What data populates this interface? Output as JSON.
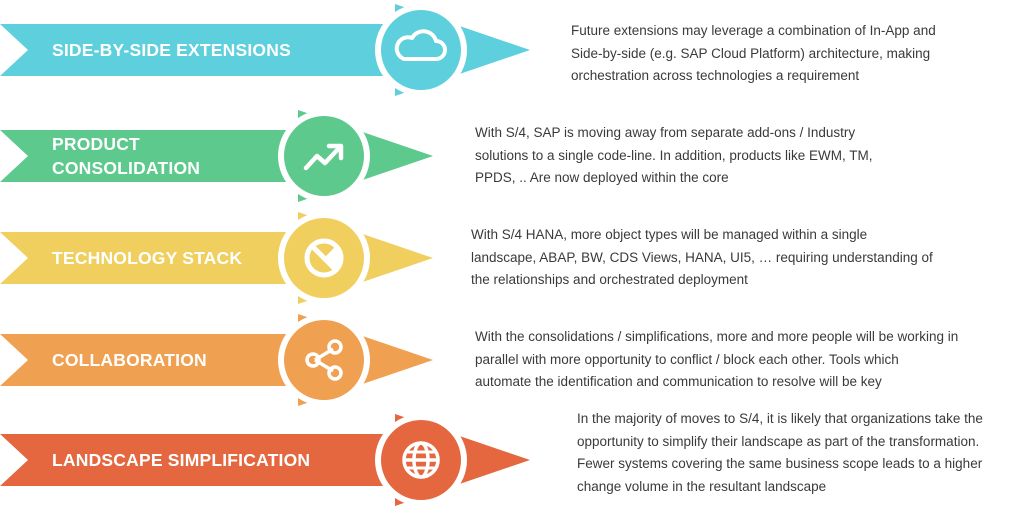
{
  "rows": [
    {
      "label": [
        "SIDE-BY-SIDE EXTENSIONS"
      ],
      "icon": "cloud-icon",
      "color": "#5ECFDC",
      "description": [
        "Future extensions may leverage a combination of In-App and",
        "Side-by-side (e.g. SAP Cloud Platform) architecture, making",
        "orchestration across technologies a requirement"
      ]
    },
    {
      "label": [
        "PRODUCT",
        "CONSOLIDATION"
      ],
      "icon": "trend-up-icon",
      "color": "#5DC98C",
      "description": [
        "With S/4, SAP is moving away from separate add-ons / Industry",
        "solutions to a single code-line. In addition, products like EWM, TM,",
        "PPDS, .. Are now deployed within the core"
      ]
    },
    {
      "label": [
        "TECHNOLOGY STACK"
      ],
      "icon": "pie-chart-icon",
      "color": "#F0CF5F",
      "description": [
        "With S/4 HANA, more object types will be managed within a single",
        "landscape, ABAP, BW, CDS Views, HANA, UI5, … requiring understanding of",
        "the relationships and orchestrated deployment"
      ]
    },
    {
      "label": [
        "COLLABORATION"
      ],
      "icon": "share-icon",
      "color": "#EFA051",
      "description": [
        "With the consolidations / simplifications, more and more people will be working in",
        "parallel with more opportunity to conflict / block each other. Tools which",
        "automate the identification and communication to resolve will be key"
      ]
    },
    {
      "label": [
        "LANDSCAPE SIMPLIFICATION"
      ],
      "icon": "globe-icon",
      "color": "#E5673F",
      "description": [
        "In the majority of moves to S/4, it is likely that organizations take the",
        "opportunity to simplify their landscape as part of the transformation.",
        "Fewer systems covering the same business scope leads to a higher",
        "change volume in the resultant landscape"
      ]
    }
  ]
}
